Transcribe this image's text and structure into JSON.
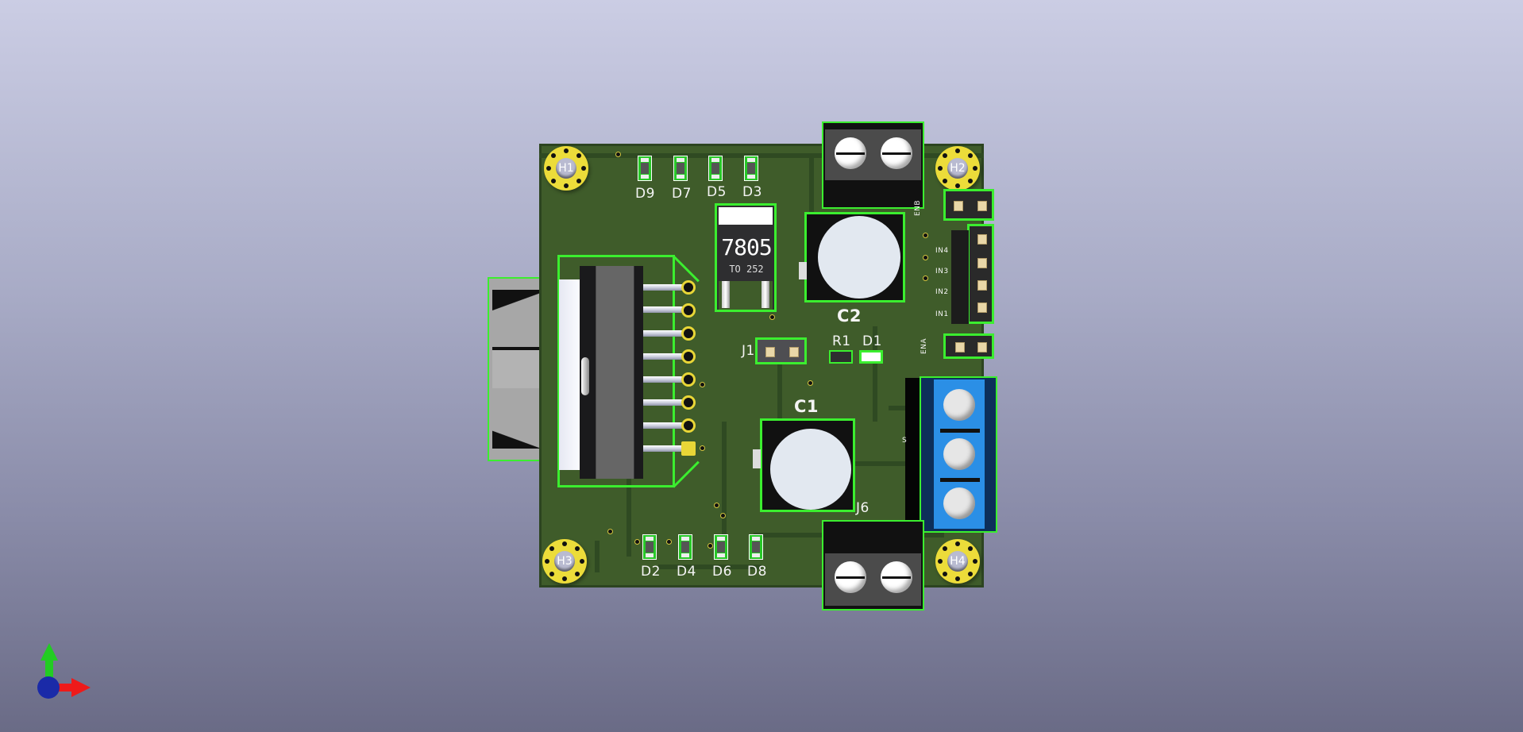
{
  "viewer": {
    "type": "KiCad 3D Viewer",
    "background": {
      "top": "#cbcde4",
      "bottom": "#6a6b86"
    }
  },
  "board": {
    "color": "#3f5c2a",
    "mounting_holes": [
      {
        "ref": "H1"
      },
      {
        "ref": "H2"
      },
      {
        "ref": "H3"
      },
      {
        "ref": "H4"
      }
    ],
    "leds_top": [
      {
        "ref": "D9"
      },
      {
        "ref": "D7"
      },
      {
        "ref": "D5"
      },
      {
        "ref": "D3"
      }
    ],
    "leds_bottom": [
      {
        "ref": "D2"
      },
      {
        "ref": "D4"
      },
      {
        "ref": "D6"
      },
      {
        "ref": "D8"
      }
    ],
    "regulator": {
      "marking": "7805",
      "package": "TO 252"
    },
    "capacitors": [
      {
        "ref": "C2"
      },
      {
        "ref": "C1"
      }
    ],
    "jumper": {
      "ref": "J1"
    },
    "resistor": {
      "ref": "R1"
    },
    "power_led": {
      "ref": "D1"
    },
    "header_labels": {
      "enb": "ENB",
      "in4": "IN4",
      "in3": "IN3",
      "in2": "IN2",
      "in1": "IN1",
      "ena": "ENA"
    },
    "terminal_label_partial": "J6",
    "blue_terminal_label_partial": "S",
    "colors": {
      "outline_highlight": "#3bee2f",
      "pad_gold": "#e8d637",
      "terminal_blue": "#2b8fe6",
      "terminal_gray": "#4a4a4a"
    }
  },
  "axis_gizmo": {
    "x_color": "#ee1a1a",
    "y_color": "#22cc22",
    "z_color": "#1a2aa8"
  }
}
